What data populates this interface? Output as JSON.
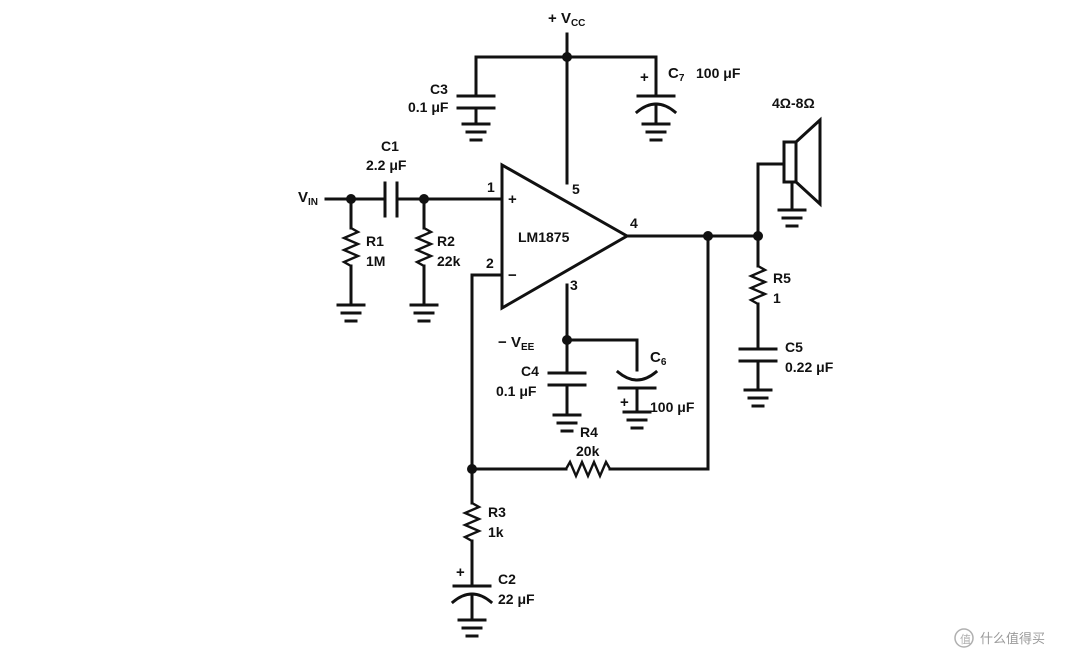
{
  "supply": {
    "vcc": {
      "sign": "+",
      "main": "V",
      "sub": "CC"
    },
    "vee": {
      "sign": "−",
      "main": "V",
      "sub": "EE"
    }
  },
  "input": {
    "main": "V",
    "sub": "IN"
  },
  "ic": {
    "name": "LM1875",
    "pins": {
      "noninv": "1",
      "inv": "2",
      "neg_supply": "3",
      "output": "4",
      "pos_supply": "5"
    },
    "plus_sign": "+",
    "minus_sign": "−"
  },
  "components": {
    "c1": {
      "name": "C1",
      "value": "2.2 μF"
    },
    "c2": {
      "name": "C2",
      "value": "22 μF",
      "polarity": "+"
    },
    "c3": {
      "name": "C3",
      "value": "0.1 μF"
    },
    "c4": {
      "name": "C4",
      "value": "0.1 μF"
    },
    "c5": {
      "name": "C5",
      "value": "0.22 μF"
    },
    "c6": {
      "main": "C",
      "sub": "6",
      "value": "100 μF",
      "polarity": "+"
    },
    "c7": {
      "main": "C",
      "sub": "7",
      "value": "100 μF",
      "polarity": "+"
    },
    "r1": {
      "name": "R1",
      "value": "1M"
    },
    "r2": {
      "name": "R2",
      "value": "22k"
    },
    "r3": {
      "name": "R3",
      "value": "1k"
    },
    "r4": {
      "name": "R4",
      "value": "20k"
    },
    "r5": {
      "name": "R5",
      "value": "1"
    }
  },
  "speaker": {
    "impedance": "4Ω-8Ω"
  },
  "watermark": {
    "icon": "zhi-icon",
    "text": "什么值得买"
  }
}
